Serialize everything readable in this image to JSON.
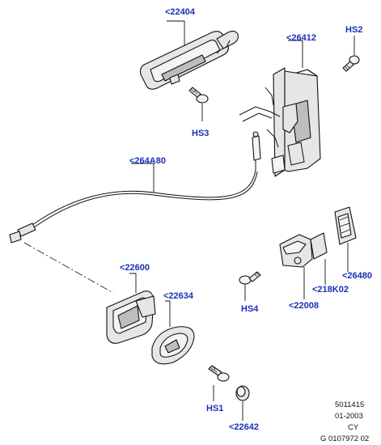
{
  "callouts": {
    "handle": "<22404",
    "lock": "<26412",
    "hs2": "HS2",
    "hs3": "HS3",
    "cable": "<264A80",
    "inner_handle": "<22600",
    "bezel": "<22634",
    "hs1": "HS1",
    "cap": "<22642",
    "hs4": "HS4",
    "latch": "<22008",
    "bracket": "<218K02",
    "gasket": "<26480"
  },
  "footer": {
    "ref": "5011415",
    "date": "01-2003",
    "code": "CY",
    "drawing": "G 0107972 02"
  },
  "colors": {
    "callout": "#1a2fb8",
    "line": "#111111"
  }
}
